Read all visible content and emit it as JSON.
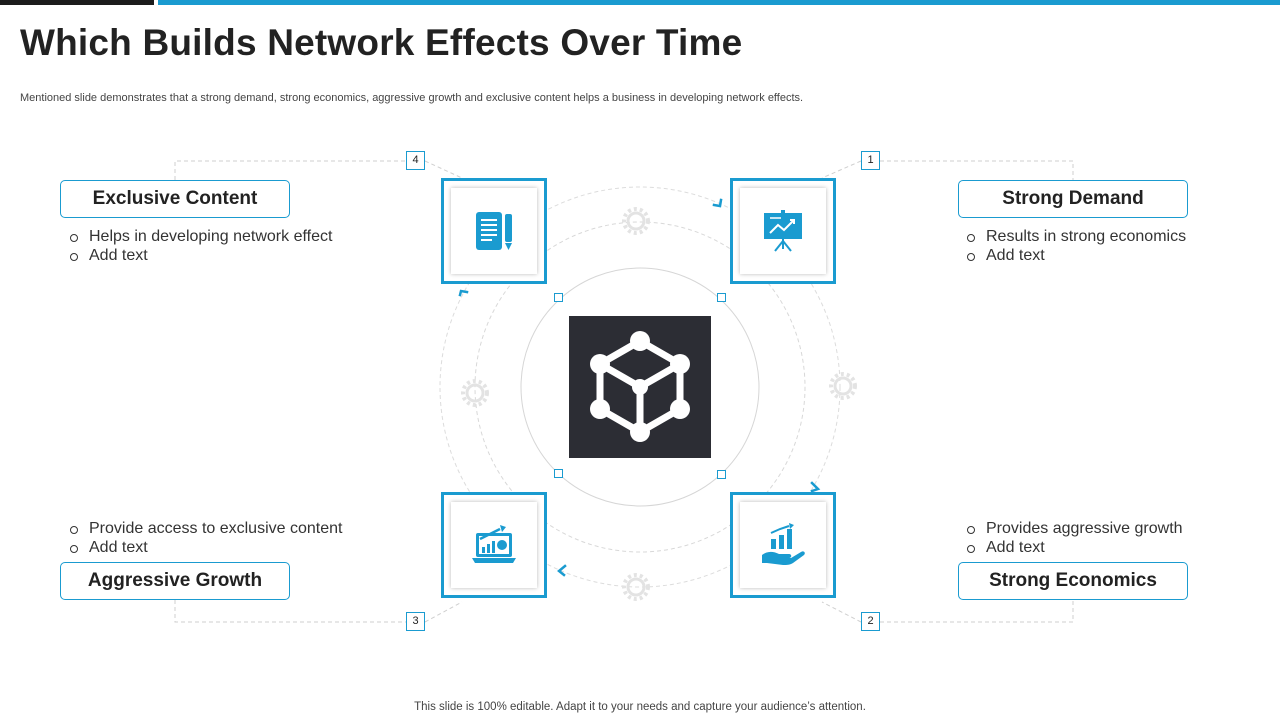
{
  "slide": {
    "title": "Which Builds Network Effects Over Time",
    "subtitle": "Mentioned slide demonstrates that a strong demand, strong economics, aggressive growth and exclusive content helps a business in developing network effects.",
    "footer": "This slide is 100% editable. Adapt it to your needs and capture your audience’s attention."
  },
  "colors": {
    "accent": "#1a9bd0",
    "center_box": "#2c2d34",
    "text": "#222222"
  },
  "center": {
    "icon": "network-cube-icon"
  },
  "items": [
    {
      "number": "1",
      "title": "Strong Demand",
      "icon": "presentation-chart-icon",
      "bullets": [
        "Results  in strong economics",
        "Add text"
      ]
    },
    {
      "number": "2",
      "title": "Strong Economics",
      "icon": "hand-growth-chart-icon",
      "bullets": [
        "Provides aggressive growth",
        "Add text"
      ]
    },
    {
      "number": "3",
      "title": "Aggressive Growth",
      "icon": "laptop-analytics-icon",
      "bullets": [
        "Provide access to exclusive  content",
        "Add text"
      ]
    },
    {
      "number": "4",
      "title": "Exclusive Content",
      "icon": "document-pen-icon",
      "bullets": [
        "Helps in developing network  effect",
        "Add text"
      ]
    }
  ]
}
